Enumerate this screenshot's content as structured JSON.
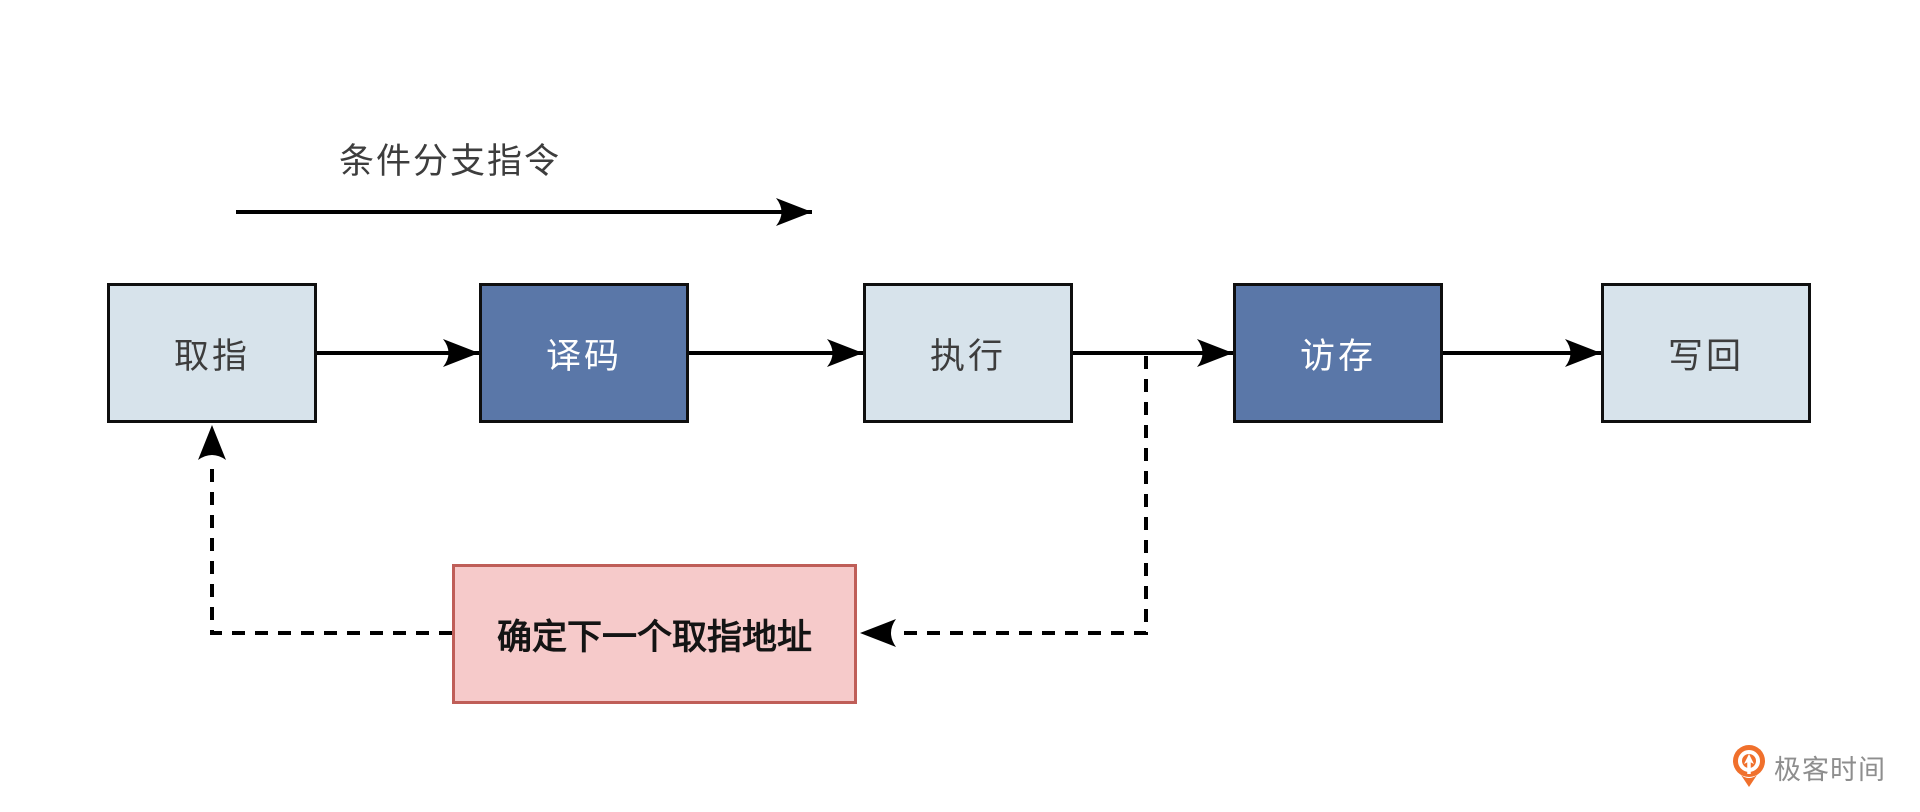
{
  "diagram": {
    "title_hint": "CPU instruction pipeline with branch feedback",
    "top_arrow_label": "条件分支指令",
    "stages": [
      {
        "id": "fetch",
        "label": "取指",
        "variant": "light"
      },
      {
        "id": "decode",
        "label": "译码",
        "variant": "dark"
      },
      {
        "id": "execute",
        "label": "执行",
        "variant": "light"
      },
      {
        "id": "memory",
        "label": "访存",
        "variant": "dark"
      },
      {
        "id": "writeback",
        "label": "写回",
        "variant": "light"
      }
    ],
    "feedback_box_label": "确定下一个取指地址",
    "colors": {
      "stage_light_fill": "#d7e3eb",
      "stage_dark_fill": "#5a77a8",
      "stage_border": "#0f0f0f",
      "stage_light_text": "#3d3d3d",
      "stage_dark_text": "#ffffff",
      "feedback_fill": "#f6caca",
      "feedback_border": "#bf5e58",
      "arrow_color": "#000000",
      "label_text": "#3d3d3d"
    }
  },
  "watermark": {
    "brand": "极客时间",
    "icon": "geektime-logo-icon",
    "text_color": "#8e8e8e",
    "icon_color": "#f0702c"
  }
}
